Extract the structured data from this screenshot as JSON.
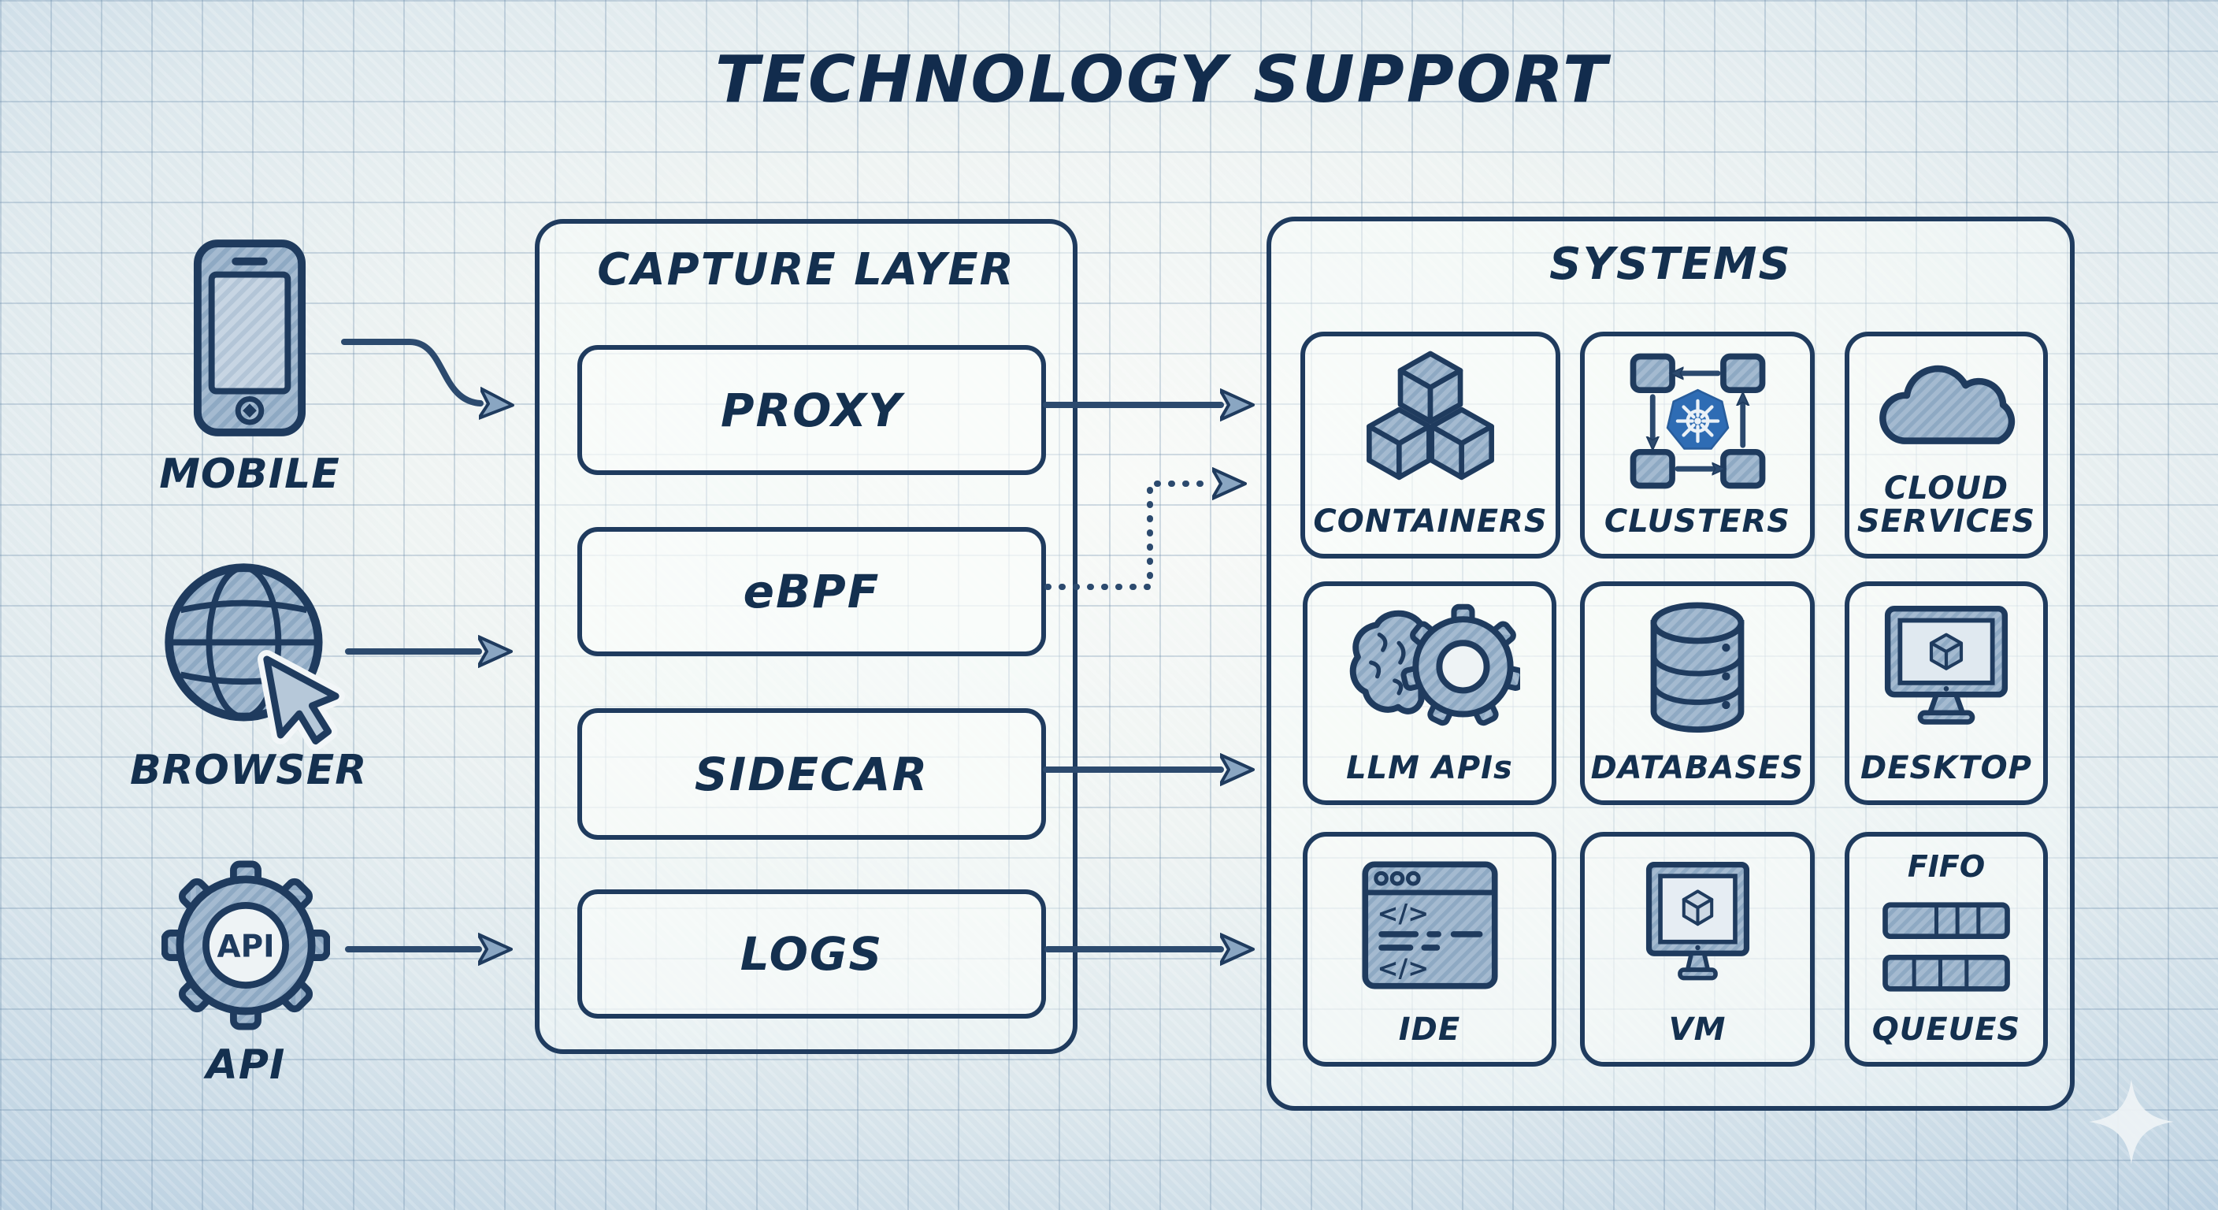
{
  "title": "TECHNOLOGY SUPPORT",
  "sources": [
    {
      "id": "mobile",
      "label": "MOBILE",
      "icon": "smartphone-icon"
    },
    {
      "id": "browser",
      "label": "BROWSER",
      "icon": "globe-cursor-icon"
    },
    {
      "id": "api",
      "label": "API",
      "icon": "gear-api-icon",
      "icon_text": "API"
    }
  ],
  "capture_layer": {
    "heading": "CAPTURE LAYER",
    "items": [
      {
        "label": "PROXY"
      },
      {
        "label": "eBPF"
      },
      {
        "label": "SIDECAR"
      },
      {
        "label": "LOGS"
      }
    ]
  },
  "systems": {
    "heading": "SYSTEMS",
    "cells": [
      {
        "label": "CONTAINERS",
        "icon": "containers-icon"
      },
      {
        "label": "CLUSTERS",
        "icon": "kubernetes-cluster-icon"
      },
      {
        "label": "CLOUD SERVICES",
        "icon": "cloud-icon"
      },
      {
        "label": "LLM APIs",
        "icon": "brain-gear-icon"
      },
      {
        "label": "DATABASES",
        "icon": "database-icon"
      },
      {
        "label": "DESKTOP",
        "icon": "desktop-monitor-icon"
      },
      {
        "label": "IDE",
        "icon": "code-editor-icon",
        "icon_text": "</>"
      },
      {
        "label": "VM",
        "icon": "vm-monitor-icon"
      },
      {
        "label": "QUEUES",
        "icon": "queue-icon",
        "icon_caption": "FIFO"
      }
    ]
  },
  "connections": [
    {
      "from": "MOBILE",
      "to": "CAPTURE LAYER",
      "style": "solid-curved"
    },
    {
      "from": "BROWSER",
      "to": "CAPTURE LAYER",
      "style": "solid"
    },
    {
      "from": "API",
      "to": "CAPTURE LAYER",
      "style": "solid"
    },
    {
      "from": "PROXY",
      "to": "SYSTEMS",
      "style": "solid"
    },
    {
      "from": "eBPF",
      "to": "SYSTEMS",
      "style": "dotted"
    },
    {
      "from": "SIDECAR",
      "to": "SYSTEMS",
      "style": "solid"
    },
    {
      "from": "LOGS",
      "to": "SYSTEMS",
      "style": "solid"
    }
  ],
  "colors": {
    "ink": "#1f3b5e",
    "text": "#14304f",
    "arrow": "#2c4a6e",
    "icon_fill": "#a4bad0",
    "kubernetes_blue": "#2e6cb4",
    "paper": "#f4f7f6",
    "edge_tint": "#9dbbd7"
  }
}
